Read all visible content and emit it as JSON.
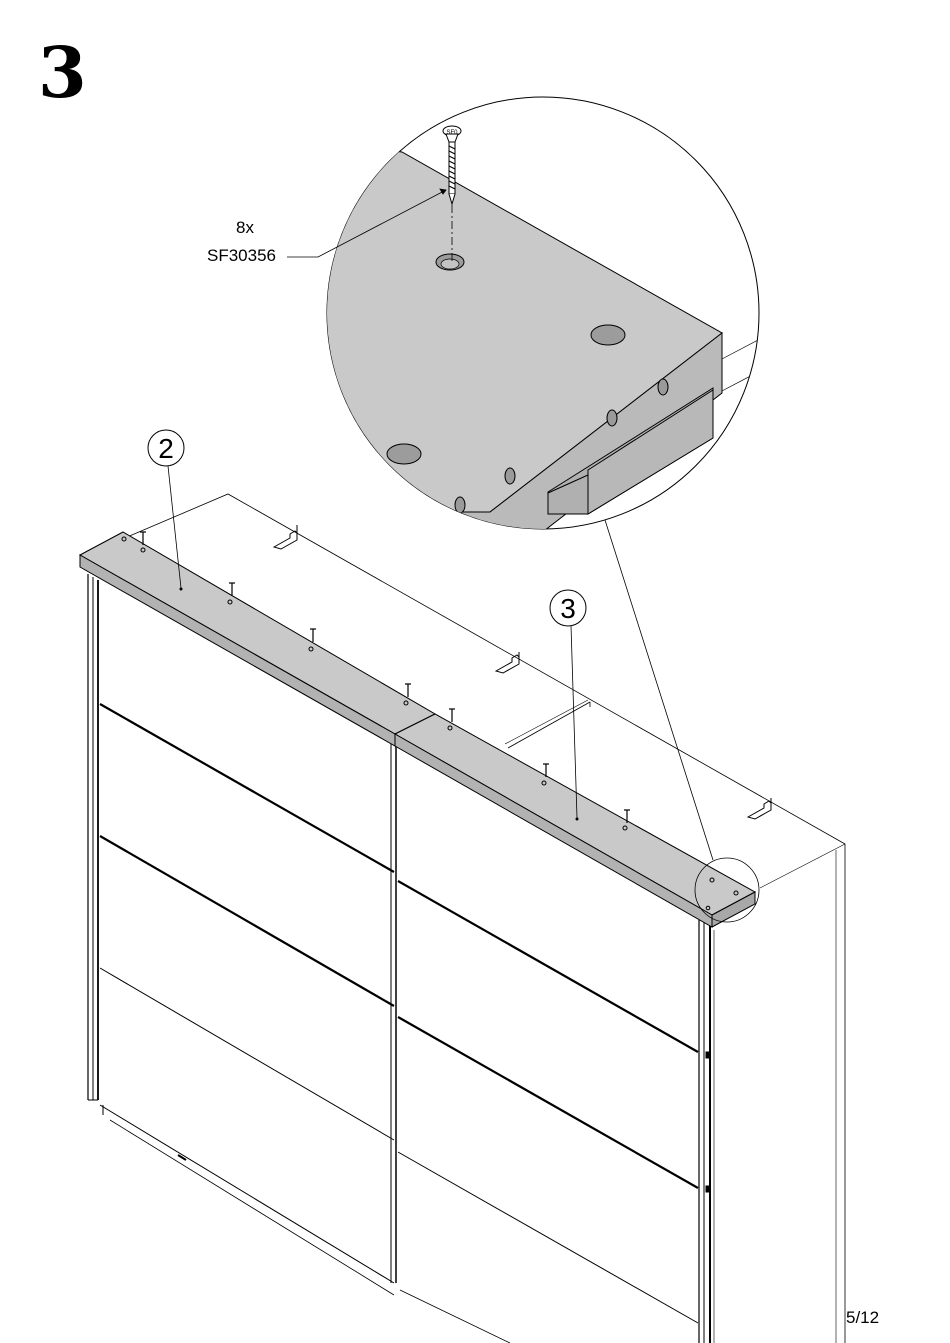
{
  "step": {
    "number": "3"
  },
  "hardware": {
    "quantity": "8x",
    "part_code": "SF30356"
  },
  "callouts": {
    "panel_a": "2",
    "panel_b": "3"
  },
  "screw": {
    "head_mark": "SF0"
  },
  "page": {
    "number": "5/12"
  },
  "colors": {
    "panel_fill": "#c9c9c9",
    "panel_side": "#b5b5b5",
    "line": "#000000"
  }
}
